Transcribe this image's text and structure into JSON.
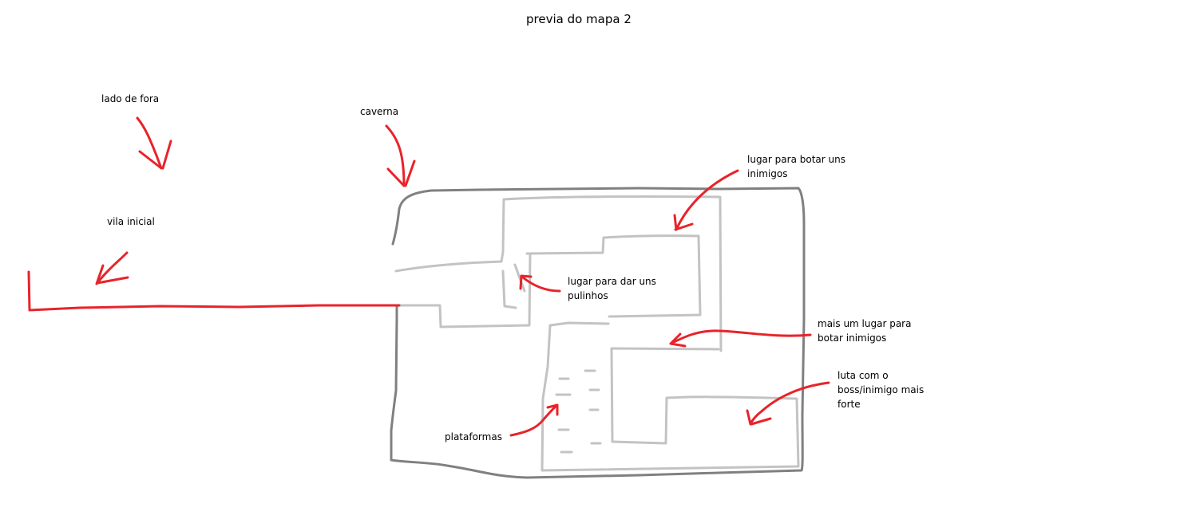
{
  "title": "previa do mapa 2",
  "labels": {
    "outside": "lado de fora",
    "cave": "caverna",
    "village": "vila inicial",
    "enemies_1": "lugar para botar uns\ninimigos",
    "jumps": "lugar para dar uns\npulinhos",
    "enemies_2": "mais um lugar para\nbotar inimigos",
    "boss": "luta com o\nboss/inimigo mais\nforte",
    "platforms": "plataformas"
  },
  "colors": {
    "annotation": "#e8232a",
    "cave_outline": "#808080",
    "interior_walls": "#c3c3c3",
    "text": "#000000",
    "background": "#ffffff"
  }
}
